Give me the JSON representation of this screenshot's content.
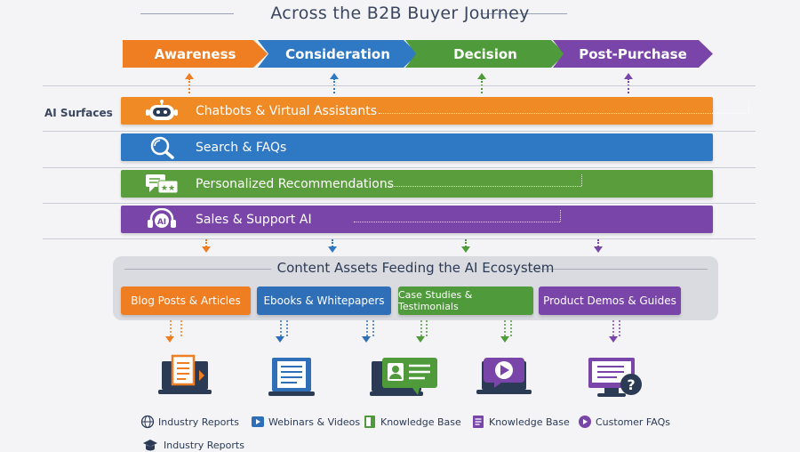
{
  "header": {
    "subtitle": "Across the B2B Buyer Journey"
  },
  "stages": [
    {
      "label": "Awareness",
      "color": "#ef7d22"
    },
    {
      "label": "Consideration",
      "color": "#2f78c4"
    },
    {
      "label": "Decision",
      "color": "#4f9a3a"
    },
    {
      "label": "Post-Purchase",
      "color": "#7a45a8"
    }
  ],
  "ai_surfaces": {
    "label": "AI Surfaces",
    "items": [
      {
        "label": "Chatbots & Virtual Assistants",
        "color": "#ef8a25",
        "icon": "robot-icon"
      },
      {
        "label": "Search & FAQs",
        "color": "#2f78c4",
        "icon": "search-icon"
      },
      {
        "label": "Personalized Recommendations",
        "color": "#5a9d3c",
        "icon": "chat-recommendations-icon"
      },
      {
        "label": "Sales & Support AI",
        "color": "#7a45a8",
        "icon": "headset-ai-icon"
      }
    ]
  },
  "content_assets": {
    "title": "Content Assets Feeding the AI Ecosystem",
    "items": [
      {
        "label": "Blog Posts & Articles",
        "color": "#ef7d22"
      },
      {
        "label": "Ebooks & Whitepapers",
        "color": "#2f6fb8"
      },
      {
        "label": "Case Studies & Testimonials",
        "color": "#4f9a3a"
      },
      {
        "label": "Product Demos & Guides",
        "color": "#7a45a8"
      }
    ]
  },
  "devices": [
    {
      "icon": "document-laptop-icon"
    },
    {
      "icon": "ebook-icon"
    },
    {
      "icon": "profile-card-icon"
    },
    {
      "icon": "video-play-icon"
    },
    {
      "icon": "faq-monitor-icon"
    }
  ],
  "legend": [
    {
      "label": "Industry Reports",
      "icon": "globe-icon"
    },
    {
      "label": "Webinars & Videos",
      "icon": "play-icon"
    },
    {
      "label": "Knowledge Base",
      "icon": "knowledge-green-icon"
    },
    {
      "label": "Knowledge Base",
      "icon": "knowledge-purple-icon"
    },
    {
      "label": "Customer FAQs",
      "icon": "faq-bubble-icon"
    },
    {
      "label": "Industry Reports",
      "icon": "graduation-cap-icon"
    }
  ]
}
